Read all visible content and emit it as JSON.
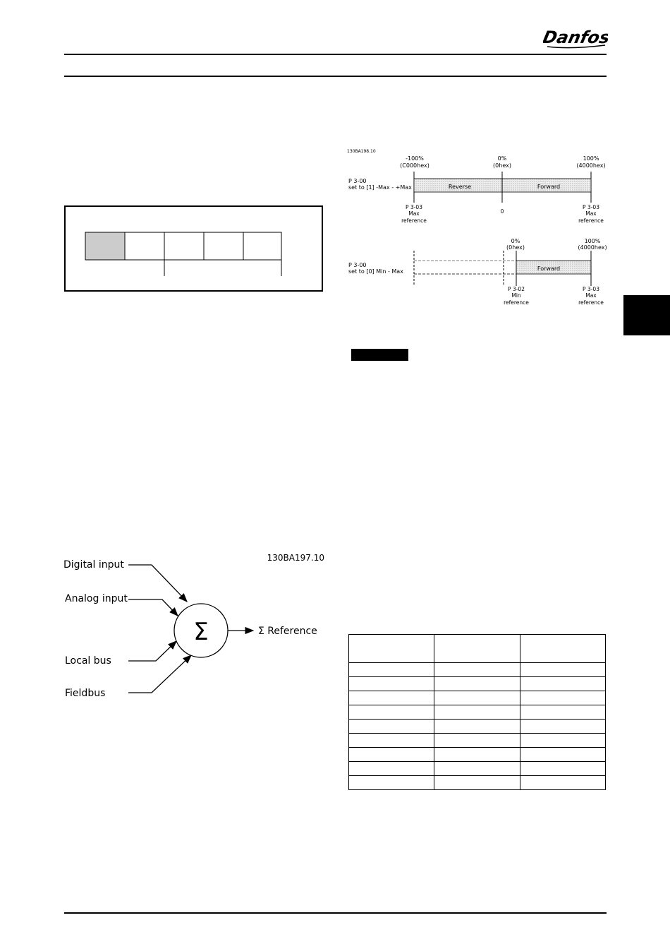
{
  "header": {
    "brand": "Danfoss"
  },
  "diagram_ref": {
    "code": "130BA198.10",
    "top_labels": {
      "neg": [
        "-100%",
        "(C000hex)"
      ],
      "zero": [
        "0%",
        "(0hex)"
      ],
      "pos": [
        "100%",
        "(4000hex)"
      ]
    },
    "mode1": {
      "label": [
        "P 3-00",
        "set to [1] -Max - +Max"
      ],
      "bar_reverse": "Reverse",
      "bar_forward": "Forward",
      "below_left": [
        "P 3-03",
        "Max",
        "reference"
      ],
      "below_mid": "0",
      "below_right": [
        "P 3-03",
        "Max",
        "reference"
      ]
    },
    "mode0": {
      "top_zero": [
        "0%",
        "(0hex)"
      ],
      "top_pos": [
        "100%",
        "(4000hex)"
      ],
      "label": [
        "P 3-00",
        "set to [0] Min - Max"
      ],
      "bar_forward": "Forward",
      "below_mid": [
        "P 3-02",
        "Min",
        "reference"
      ],
      "below_right": [
        "P 3-03",
        "Max",
        "reference"
      ]
    }
  },
  "diagram_sum": {
    "code": "130BA197.10",
    "inputs": [
      "Digital input",
      "Analog input",
      "Local bus",
      "Fieldbus"
    ],
    "symbol": "Σ",
    "output": "Σ  Reference"
  },
  "colors": {
    "accent": "#000000",
    "shaded_cell": "#cccccc",
    "hatch": "#d9d9d9"
  }
}
